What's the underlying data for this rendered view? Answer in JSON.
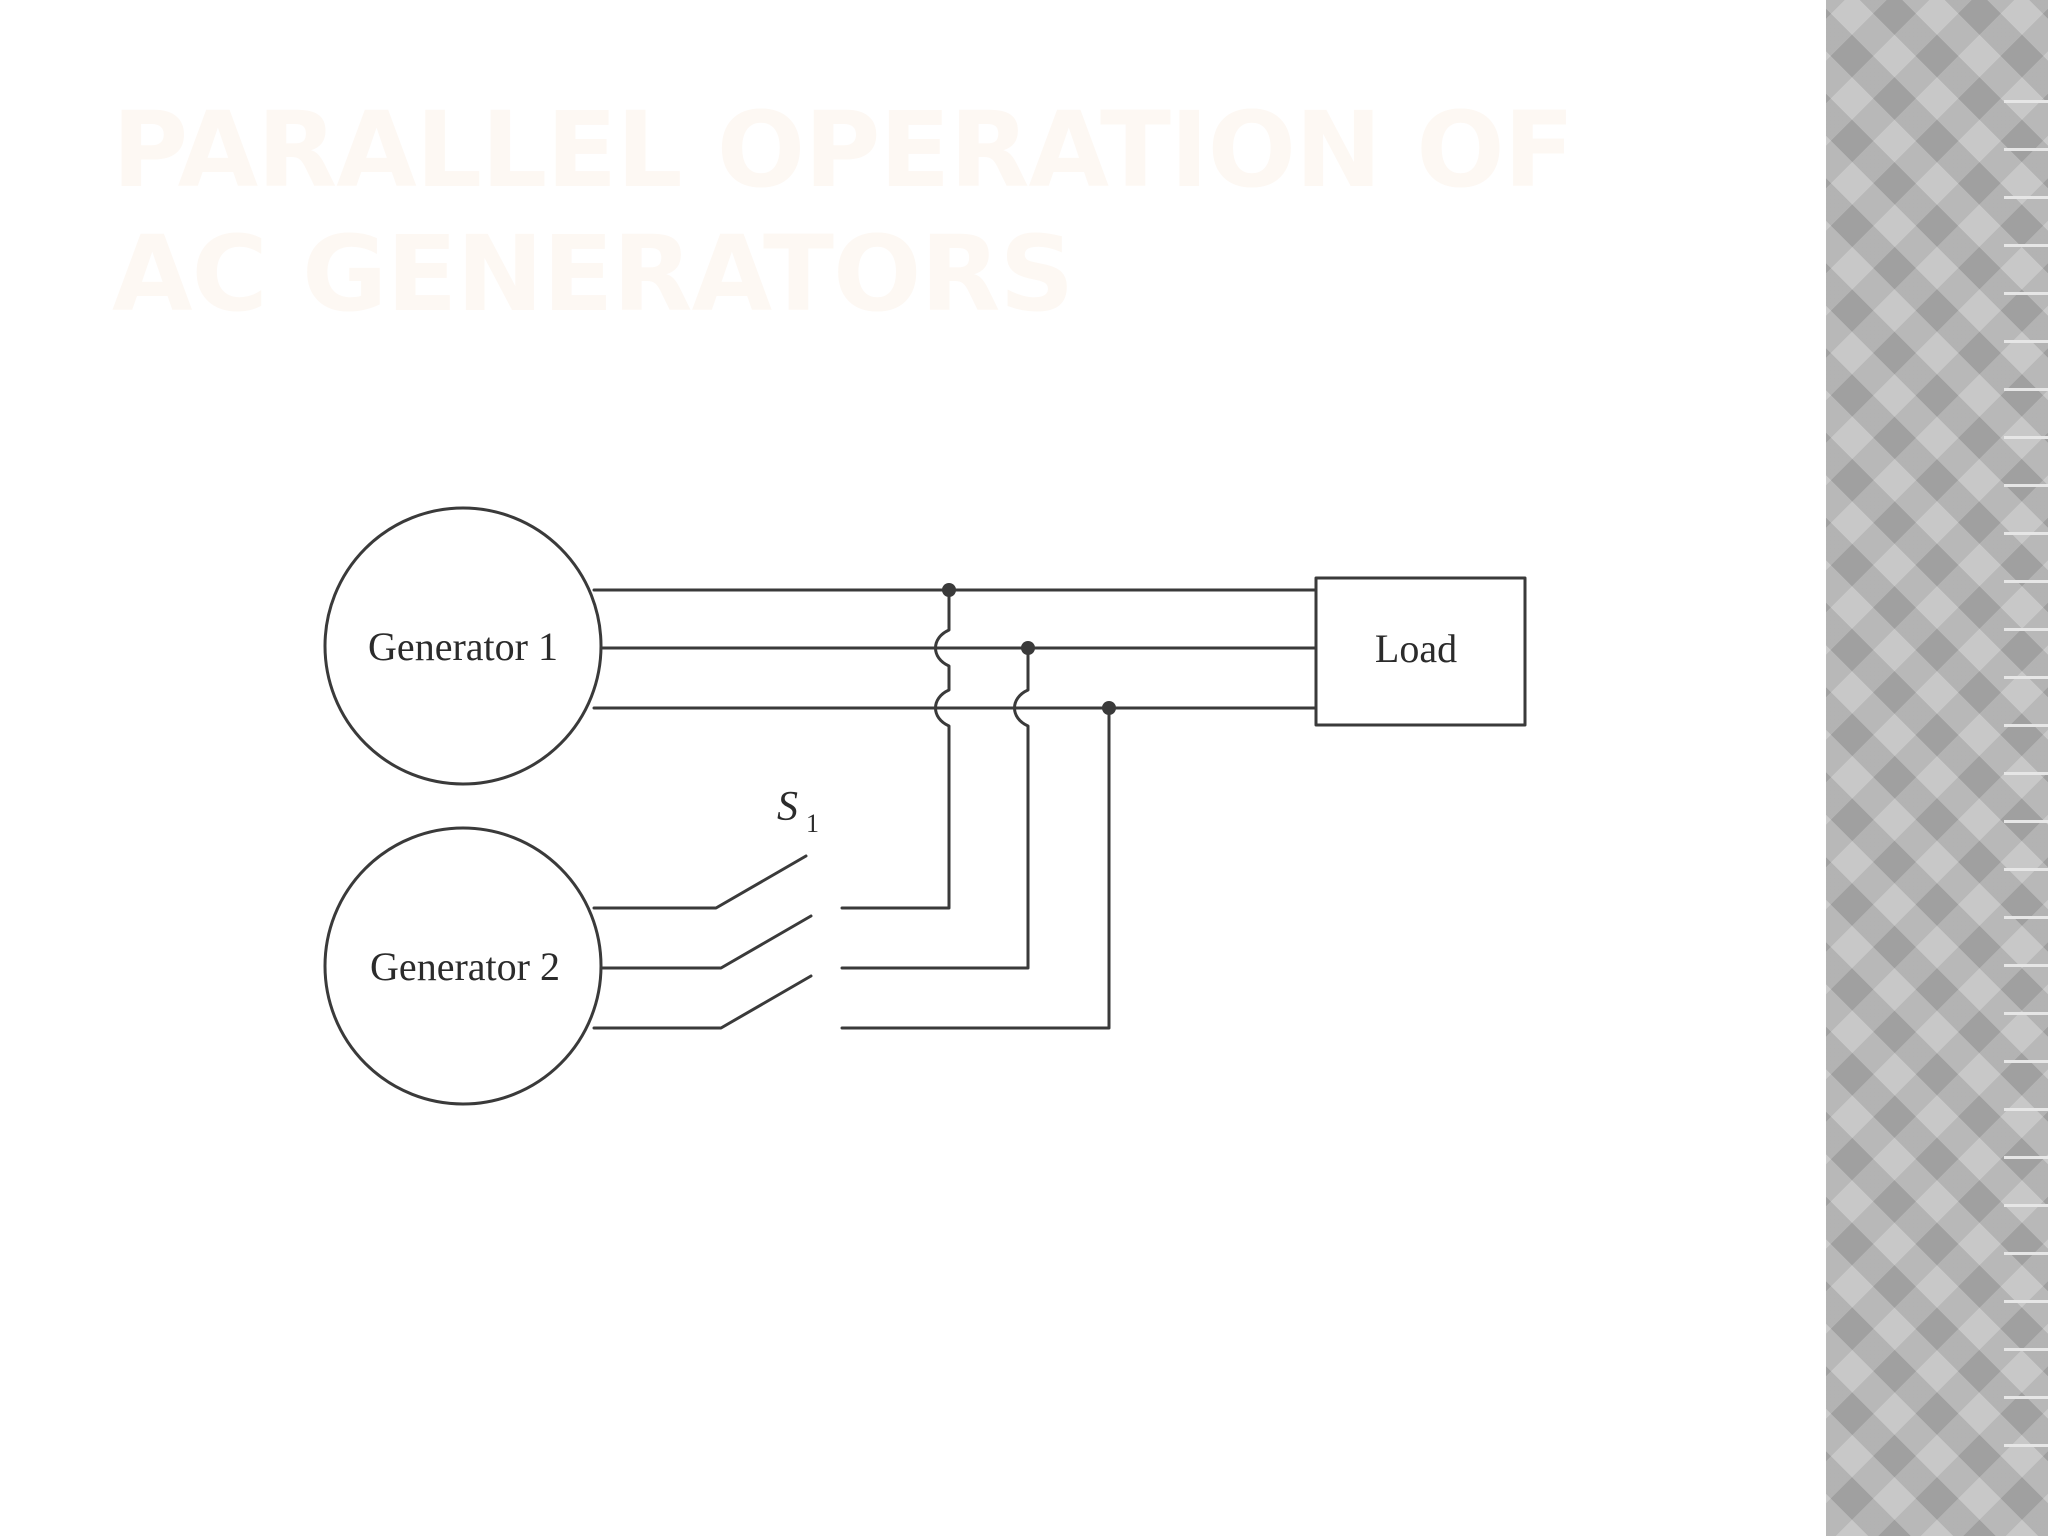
{
  "slide": {
    "title_line1": "PARALLEL OPERATION OF",
    "title_line2": "AC GENERATORS"
  },
  "diagram": {
    "generator1_label": "Generator 1",
    "generator2_label": "Generator 2",
    "load_label": "Load",
    "switch_label": "S",
    "switch_subscript": "1"
  },
  "colors": {
    "title": "#fdf8f3",
    "line": "#3a3a3a",
    "side_panel": "#b3b3b3"
  }
}
